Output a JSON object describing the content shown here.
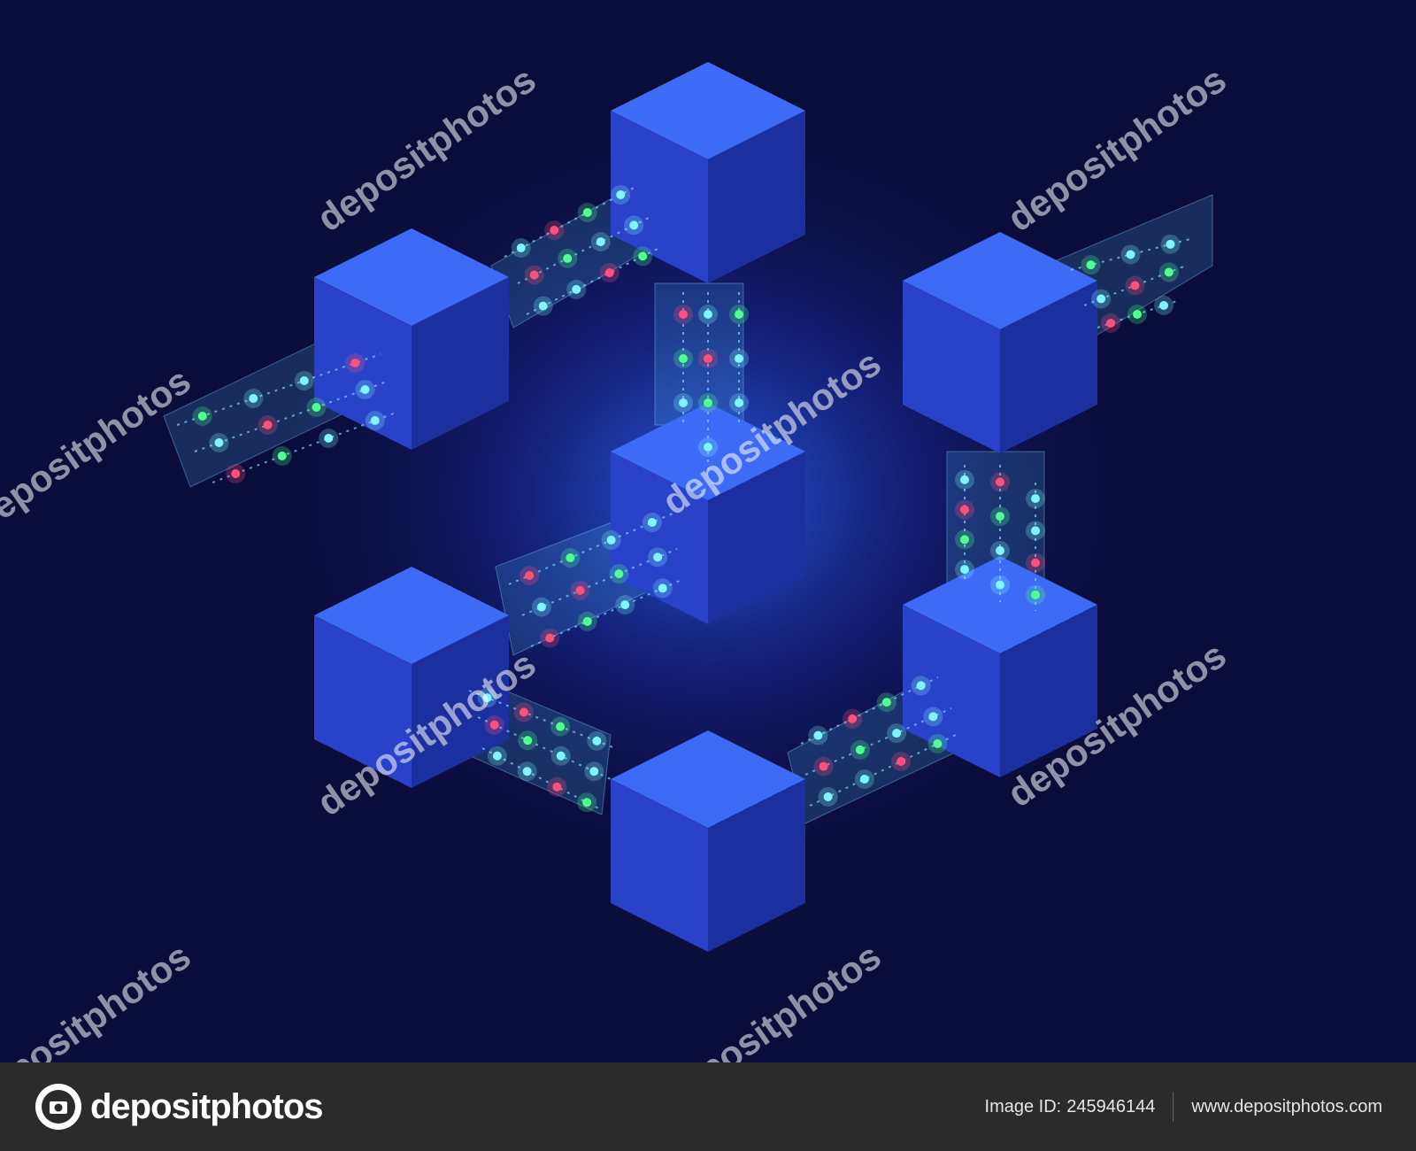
{
  "image": {
    "subject": "isometric-blockchain-cubes",
    "colors": {
      "background": "#0a0c3a",
      "cube_top": "#3d6bf5",
      "cube_left": "#2a42c9",
      "cube_right": "#1c2f9e",
      "glow": "#2a5cff",
      "dot_cyan": "#7ff6ff",
      "dot_pink": "#ff4f7a",
      "dot_green": "#4fff8f"
    }
  },
  "watermark": {
    "text": "depositphotos"
  },
  "footer": {
    "brand": "depositphotos",
    "image_id_label": "Image ID:",
    "image_id": "245946144",
    "site": "www.depositphotos.com"
  }
}
